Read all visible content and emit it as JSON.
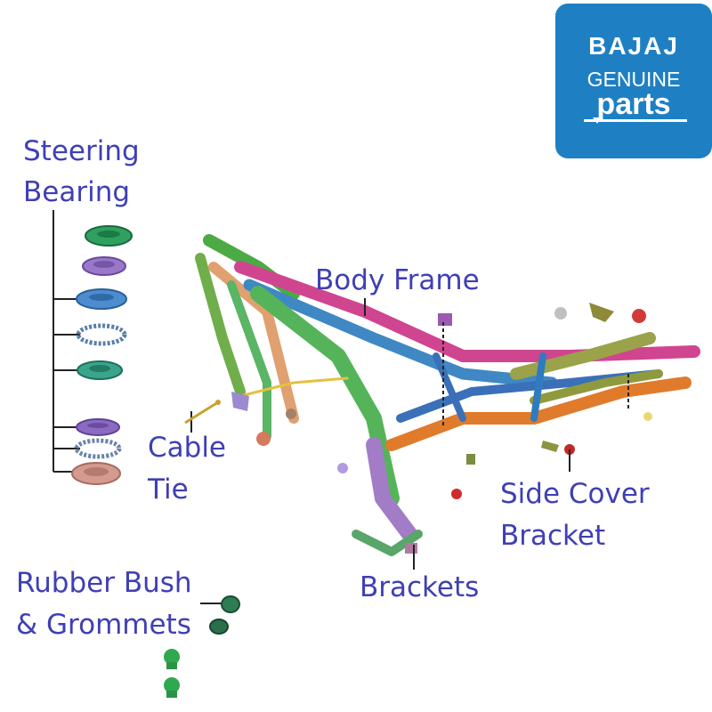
{
  "logo": {
    "brand": "BAJAJ",
    "line1": "GENUINE",
    "line2": "parts",
    "color": "#1f7fc3"
  },
  "labels": {
    "steering_line1": "Steering",
    "steering_line2": "Bearing",
    "body_frame": "Body Frame",
    "cable_line1": "Cable",
    "cable_line2": "Tie",
    "side_cover_line1": "Side Cover",
    "side_cover_line2": "Bracket",
    "brackets": "Brackets",
    "rubber_line1": "Rubber Bush",
    "rubber_line2": "& Grommets"
  },
  "colors": {
    "label_text": "#3f3fb5"
  }
}
